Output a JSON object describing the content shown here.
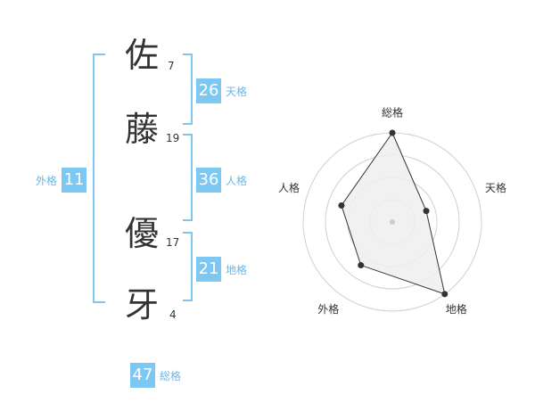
{
  "name_chars": [
    {
      "char": "佐",
      "strokes": "7"
    },
    {
      "char": "藤",
      "strokes": "19"
    },
    {
      "char": "優",
      "strokes": "17"
    },
    {
      "char": "牙",
      "strokes": "4"
    }
  ],
  "kaku": {
    "tenkaku": {
      "value": "26",
      "label": "天格"
    },
    "jinkaku": {
      "value": "36",
      "label": "人格"
    },
    "chikaku": {
      "value": "21",
      "label": "地格"
    },
    "gaikaku": {
      "value": "11",
      "label": "外格"
    },
    "soukaku": {
      "value": "47",
      "label": "総格"
    }
  },
  "colors": {
    "accent": "#7cc8f2",
    "bracket": "#7ec4ee",
    "label": "#6bb7e6",
    "text": "#333333"
  },
  "chart_data": {
    "type": "radar",
    "axes": [
      "総格",
      "天格",
      "地格",
      "外格",
      "人格"
    ],
    "values": [
      5,
      2,
      5,
      3,
      3
    ],
    "max": 5,
    "rings": 4,
    "grid": true,
    "fill": "#efefef",
    "line": "#333333"
  }
}
